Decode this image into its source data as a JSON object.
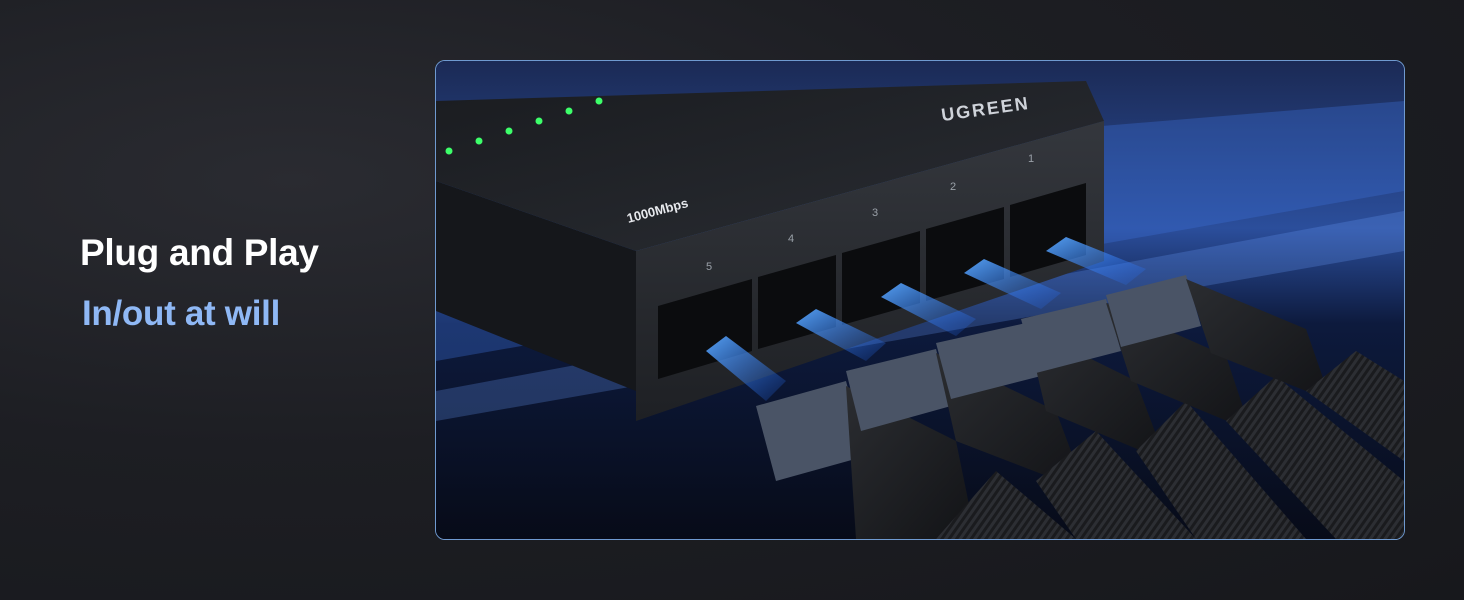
{
  "heading": {
    "title": "Plug and Play",
    "subtitle": "In/out at will"
  },
  "product": {
    "brand": "UGREEN",
    "speed_label": "1000Mbps",
    "port_numbers": [
      "1",
      "2",
      "3",
      "4",
      "5"
    ],
    "led_count": 6,
    "colors": {
      "title": "#ffffff",
      "subtitle": "#8fb8f5",
      "frame_border": "#6f9ad0",
      "led": "#3dff6a",
      "signal_glow": "#3a8bff"
    }
  }
}
